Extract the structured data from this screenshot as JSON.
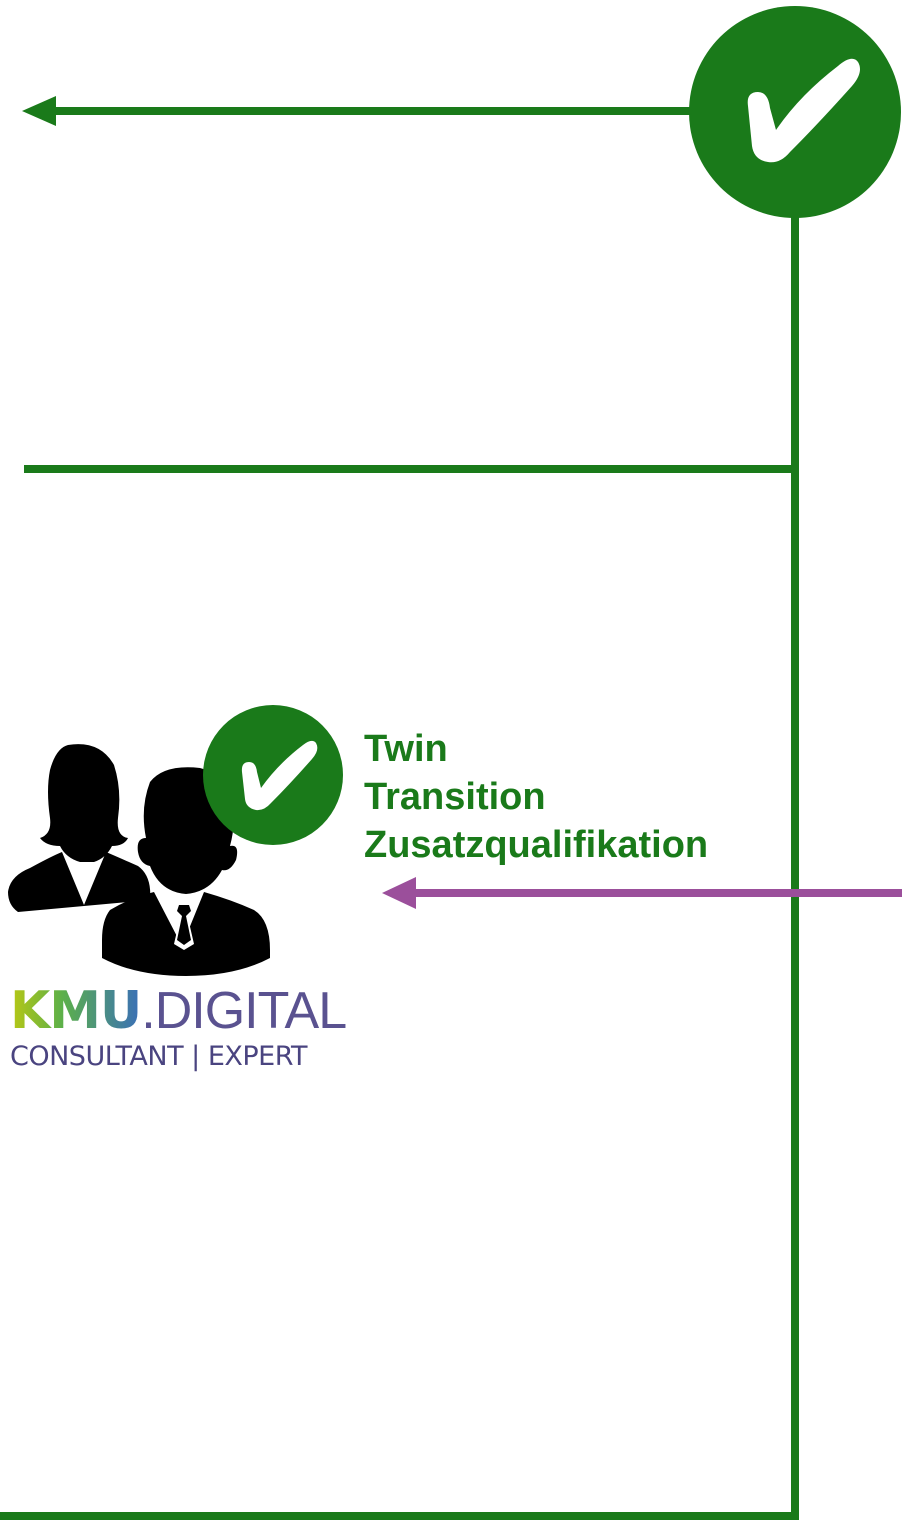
{
  "label": {
    "line1": "Twin",
    "line2": "Transition",
    "line3": "Zusatzqualifikation"
  },
  "logo": {
    "brand_bold": "KMU",
    "brand_light": ".DIGITAL",
    "subtitle": "CONSULTANT | EXPERT"
  },
  "colors": {
    "green": "#1a7a1a",
    "purple": "#9b4f9b",
    "icon_black": "#000000"
  },
  "icons": {
    "top_badge": "check-circle-icon",
    "people": "business-people-icon",
    "small_badge": "check-circle-icon"
  }
}
